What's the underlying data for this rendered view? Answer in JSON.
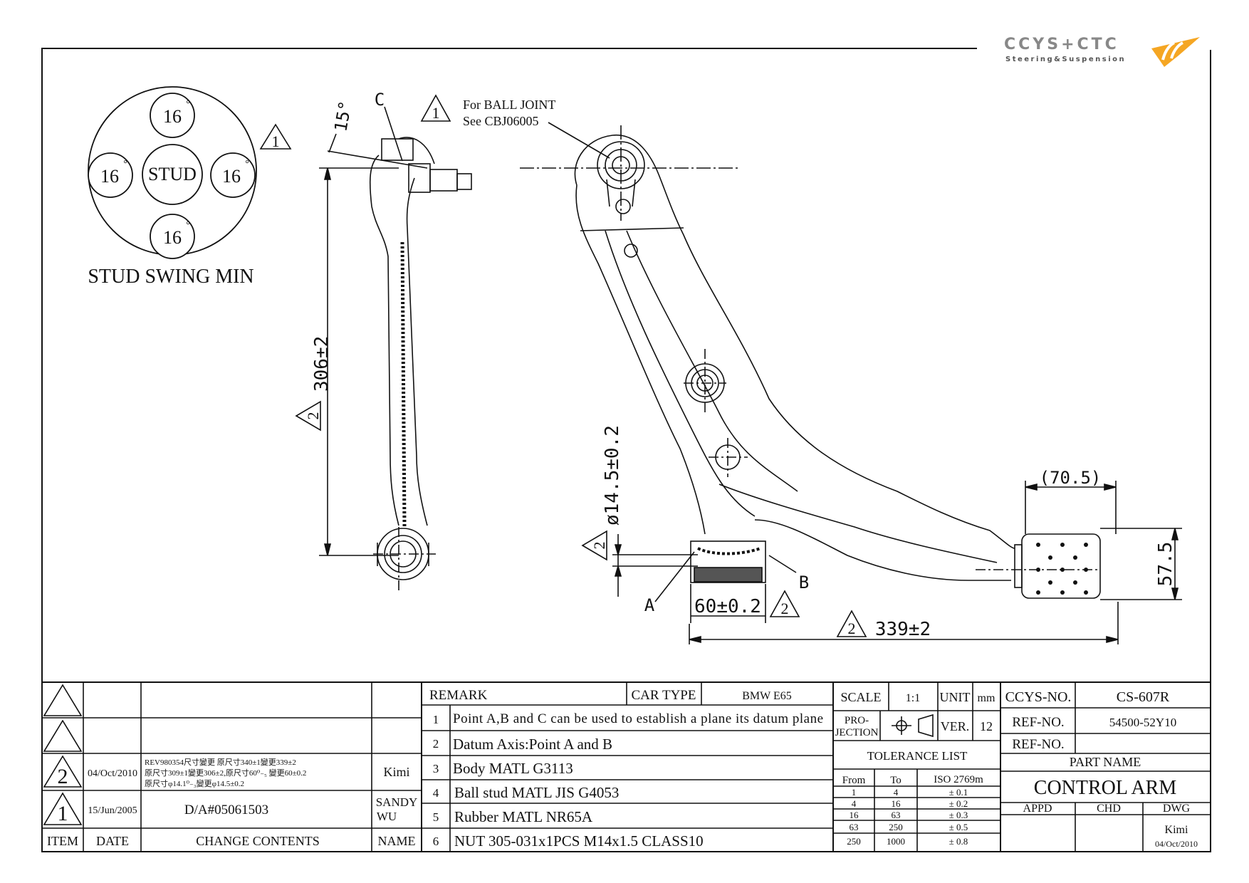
{
  "logo": {
    "brand": "CCYS+CTC",
    "tagline": "Steering&Suspension"
  },
  "stud_swing": {
    "top": "16",
    "left": "16",
    "right": "16",
    "bottom": "16",
    "degree_mark": "°",
    "center": "STUD",
    "caption": "STUD SWING MIN",
    "revision_mark": "1"
  },
  "dims": {
    "angle": "15°",
    "point_c": "C",
    "point_a": "A",
    "point_b": "B",
    "length": "306±2",
    "diameter": "ø14.5±0.2",
    "width": "60±0.2",
    "overall": "339±2",
    "bushing_width": "(70.5)",
    "bushing_height": "57.5",
    "rev_mark_1": "1",
    "rev_mark_2": "2"
  },
  "ball_joint_note": {
    "line1": "For BALL JOINT",
    "line2": "See CBJ06005"
  },
  "revision_table": {
    "rows": [
      {
        "item": "",
        "date": "",
        "contents": "",
        "name": ""
      },
      {
        "item": "",
        "date": "",
        "contents": "",
        "name": ""
      },
      {
        "item": "2",
        "date": "04/Oct/2010",
        "contents_l1": "REV980354尺寸變更 原尺寸340±1變更339±2",
        "contents_l2": "原尺寸309±1變更306±2,原尺寸60⁰₋₅ 變更60±0.2",
        "contents_l3": "原尺寸φ14.1⁰₋₃變更φ14.5±0.2",
        "name": "Kimi"
      },
      {
        "item": "1",
        "date": "15/Jun/2005",
        "contents": "D/A#05061503",
        "name_l1": "SANDY",
        "name_l2": "WU"
      }
    ],
    "headers": {
      "item": "ITEM",
      "date": "DATE",
      "contents": "CHANGE CONTENTS",
      "name": "NAME"
    }
  },
  "remarks": {
    "header": "REMARK",
    "car_type_label": "CAR TYPE",
    "car_type": "BMW E65",
    "items": [
      {
        "no": "1",
        "text": "Point A,B and C can be used to establish a plane its datum plane"
      },
      {
        "no": "2",
        "text": "Datum Axis:Point A and B"
      },
      {
        "no": "3",
        "text": "Body MATL G3113"
      },
      {
        "no": "4",
        "text": "Ball stud MATL JIS G4053"
      },
      {
        "no": "5",
        "text": "Rubber MATL NR65A"
      },
      {
        "no": "6",
        "text": "NUT 305-031x1PCS M14x1.5 CLASS10"
      }
    ]
  },
  "spec": {
    "scale_label": "SCALE",
    "scale": "1:1",
    "unit_label": "UNIT",
    "unit": "mm",
    "projection_l1": "PRO-",
    "projection_l2": "JECTION",
    "ver_label": "VER.",
    "ver": "12",
    "tolerance_title": "TOLERANCE LIST",
    "tol_headers": {
      "from": "From",
      "to": "To",
      "iso": "ISO 2769m"
    },
    "tol_rows": [
      {
        "from": "1",
        "to": "4",
        "tol": "± 0.1"
      },
      {
        "from": "4",
        "to": "16",
        "tol": "± 0.2"
      },
      {
        "from": "16",
        "to": "63",
        "tol": "± 0.3"
      },
      {
        "from": "63",
        "to": "250",
        "tol": "± 0.5"
      },
      {
        "from": "250",
        "to": "1000",
        "tol": "± 0.8"
      }
    ]
  },
  "title_block": {
    "ccys_label": "CCYS-NO.",
    "ccys_no": "CS-607R",
    "ref_label": "REF-NO.",
    "ref_no": "54500-52Y10",
    "ref_label2": "REF-NO.",
    "ref_no2": "",
    "part_name_label": "PART NAME",
    "part_name": "CONTROL ARM",
    "appd": "APPD",
    "chd": "CHD",
    "dwg": "DWG",
    "dwg_name": "Kimi",
    "dwg_date": "04/Oct/2010"
  }
}
